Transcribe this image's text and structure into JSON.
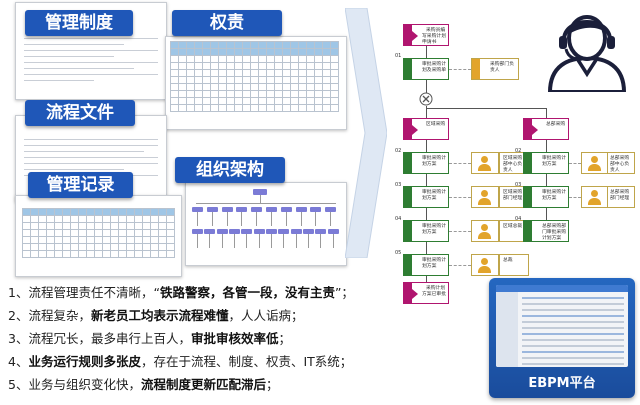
{
  "labels": {
    "management_system": "管理制度",
    "authority": "权责",
    "process_files": "流程文件",
    "management_records": "管理记录",
    "org_structure": "组织架构"
  },
  "statements": [
    {
      "n": "1、",
      "parts": [
        {
          "t": "流程管理责任不清晰，“",
          "b": false
        },
        {
          "t": "铁路警察，各管一段，没有主责",
          "b": true
        },
        {
          "t": "”；",
          "b": false
        }
      ]
    },
    {
      "n": "2、",
      "parts": [
        {
          "t": "流程复杂，",
          "b": false
        },
        {
          "t": "新老员工均表示流程难懂",
          "b": true
        },
        {
          "t": "，人人诟病；",
          "b": false
        }
      ]
    },
    {
      "n": "3、",
      "parts": [
        {
          "t": "流程冗长，最多串行上百人，",
          "b": false
        },
        {
          "t": "审批审核效率低",
          "b": true
        },
        {
          "t": "；",
          "b": false
        }
      ]
    },
    {
      "n": "4、",
      "parts": [
        {
          "t": "业务运行规则多张皮",
          "b": true
        },
        {
          "t": "，存在于流程、制度、权责、IT系统；",
          "b": false
        }
      ]
    },
    {
      "n": "5、",
      "parts": [
        {
          "t": "业务与组织变化快，",
          "b": false
        },
        {
          "t": "流程制度更新匹配滞后",
          "b": true
        },
        {
          "t": "；",
          "b": false
        }
      ]
    }
  ],
  "flow": {
    "start_node": "采购员编写采购计划申请书",
    "left_branch": [
      {
        "step": "01",
        "text": "审批采购计划及采购单"
      },
      {
        "step": "",
        "text": "区域采购"
      },
      {
        "step": "02",
        "text": "审批采购计划方案"
      },
      {
        "step": "03",
        "text": "审批采购计划方案"
      },
      {
        "step": "04",
        "text": "审批采购计划方案"
      },
      {
        "step": "05",
        "text": "审批采购计划方案"
      }
    ],
    "left_roles": [
      "采购部门负责人",
      "区域采购部中心负责人",
      "区域采购部门经理",
      "区域总裁",
      "总裁"
    ],
    "right_branch": [
      {
        "step": "",
        "text": "总部采购"
      },
      {
        "step": "02",
        "text": "审批采购计划方案"
      },
      {
        "step": "03",
        "text": "审批采购计划方案"
      },
      {
        "step": "04",
        "text": "总部采购部门审批采购计划方案"
      }
    ],
    "right_roles": [
      "总部采购部中心负责人",
      "总部采购部门经理"
    ],
    "end_node": "采购计划方案已审批"
  },
  "platform": {
    "name": "EBPM平台"
  },
  "colors": {
    "label_blue": "#1f57b8",
    "flow_green": "#2e7d32",
    "flow_pink": "#b0156f",
    "monitor_blue": "#1f5fb5"
  }
}
